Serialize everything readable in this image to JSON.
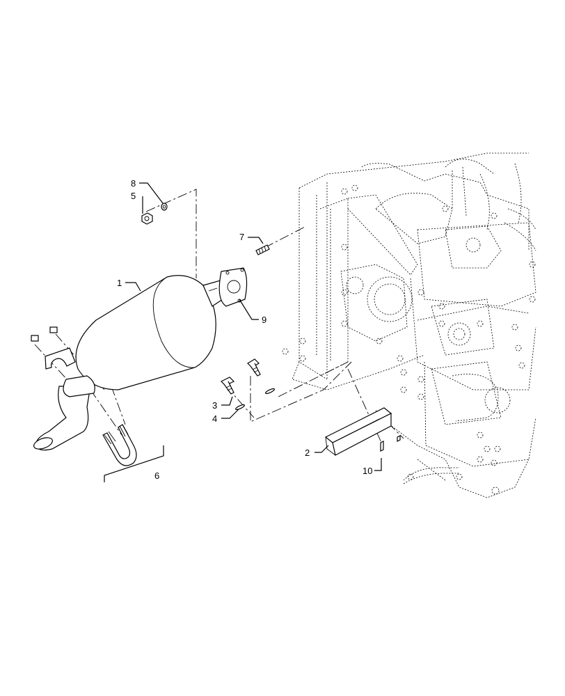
{
  "callouts": [
    {
      "id": "1",
      "label": "1"
    },
    {
      "id": "2",
      "label": "2"
    },
    {
      "id": "3",
      "label": "3"
    },
    {
      "id": "4",
      "label": "4"
    },
    {
      "id": "5",
      "label": "5"
    },
    {
      "id": "6",
      "label": "6"
    },
    {
      "id": "7",
      "label": "7"
    },
    {
      "id": "8",
      "label": "8"
    },
    {
      "id": "9",
      "label": "9"
    },
    {
      "id": "10",
      "label": "10"
    }
  ],
  "parts": [
    {
      "ref": "1",
      "icon": "muffler-icon"
    },
    {
      "ref": "2",
      "icon": "heat-shield-bracket-icon"
    },
    {
      "ref": "3",
      "icon": "bolt-icon"
    },
    {
      "ref": "4",
      "icon": "washer-icon"
    },
    {
      "ref": "5",
      "icon": "nut-icon"
    },
    {
      "ref": "6",
      "icon": "exhaust-pipe-u-bolt-kit-icon"
    },
    {
      "ref": "7",
      "icon": "stud-icon"
    },
    {
      "ref": "8",
      "icon": "lock-washer-icon"
    },
    {
      "ref": "9",
      "icon": "gasket-icon"
    },
    {
      "ref": "10",
      "icon": "pin-icon"
    }
  ],
  "colors": {
    "line": "#000000",
    "background": "#ffffff"
  }
}
